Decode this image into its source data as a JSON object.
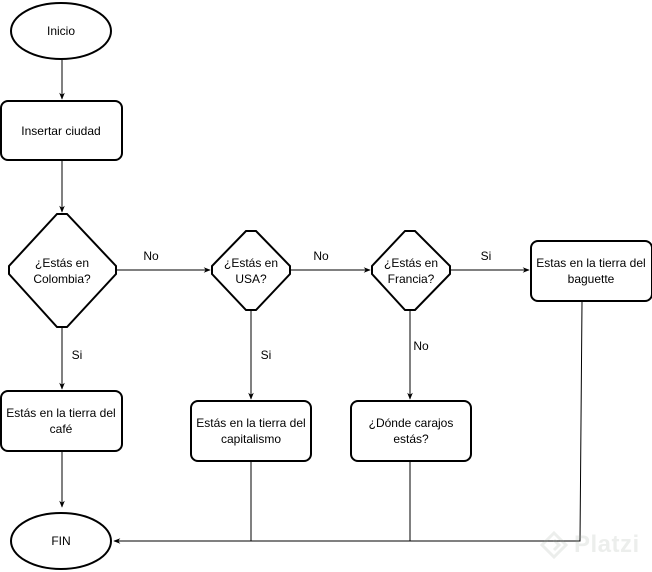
{
  "nodes": {
    "inicio": "Inicio",
    "insertar": "Insertar ciudad",
    "colombia": [
      "¿Estás en",
      "Colombia?"
    ],
    "usa": [
      "¿Estás en",
      "USA?"
    ],
    "francia": [
      "¿Estás en",
      "Francia?"
    ],
    "baguette": [
      "Estas en la tierra del",
      "baguette"
    ],
    "cafe": [
      "Estás en la tierra del",
      "café"
    ],
    "capitalismo": [
      "Estás en la tierra del",
      "capitalismo"
    ],
    "donde": [
      "¿Dónde carajos",
      "estás?"
    ],
    "fin": "FIN"
  },
  "edge_labels": {
    "colombia_no": "No",
    "usa_no": "No",
    "francia_si": "Si",
    "colombia_si": "Si",
    "usa_si": "Si",
    "francia_no": "No"
  },
  "watermark": {
    "brand": "Platzi"
  }
}
